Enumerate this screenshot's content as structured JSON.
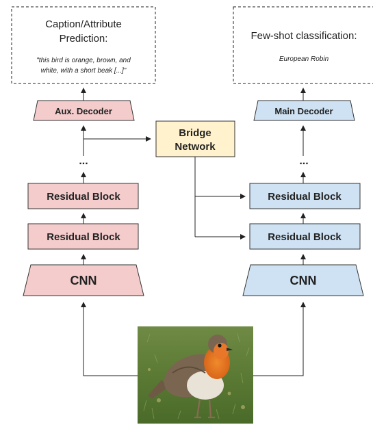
{
  "colors": {
    "left_fill": "#f4cccc",
    "right_fill": "#cfe2f3",
    "bridge_fill": "#fff2cc",
    "stroke": "#333333"
  },
  "left": {
    "output_title_line1": "Caption/Attribute",
    "output_title_line2": "Prediction:",
    "output_example_line1": "\"this bird is orange, brown, and",
    "output_example_line2": "white, with a short beak [...]\"",
    "decoder": "Aux. Decoder",
    "ellipsis": "...",
    "block_top": "Residual Block",
    "block_bottom": "Residual Block",
    "cnn": "CNN"
  },
  "right": {
    "output_title": "Few-shot classification:",
    "output_example": "European Robin",
    "decoder": "Main Decoder",
    "ellipsis": "...",
    "block_top": "Residual Block",
    "block_bottom": "Residual Block",
    "cnn": "CNN"
  },
  "bridge": {
    "line1": "Bridge",
    "line2": "Network"
  },
  "input_image": {
    "subject": "bird-photo"
  }
}
